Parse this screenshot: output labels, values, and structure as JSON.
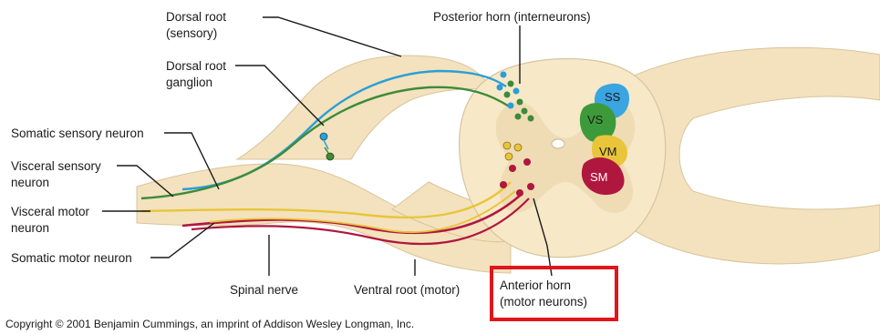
{
  "labels": {
    "dorsal_root": [
      "Dorsal root",
      "(sensory)"
    ],
    "dorsal_root_ganglion": [
      "Dorsal root",
      "ganglion"
    ],
    "somatic_sensory_neuron": "Somatic sensory neuron",
    "visceral_sensory_neuron": [
      "Visceral sensory",
      "neuron"
    ],
    "visceral_motor_neuron": [
      "Visceral motor",
      "neuron"
    ],
    "somatic_motor_neuron": "Somatic motor neuron",
    "posterior_horn": "Posterior horn (interneurons)",
    "spinal_nerve": "Spinal nerve",
    "ventral_root": "Ventral root (motor)",
    "anterior_horn": [
      "Anterior horn",
      "(motor neurons)"
    ]
  },
  "regions": {
    "ss": "SS",
    "vs": "VS",
    "vm": "VM",
    "sm": "SM"
  },
  "copyright": "Copyright © 2001 Benjamin Cummings, an imprint of Addison Wesley Longman, Inc.",
  "colors": {
    "somatic_sensory": "#2a9fd6",
    "visceral_sensory": "#3e8a3a",
    "visceral_motor": "#e8c53a",
    "somatic_motor": "#b0173f",
    "highlight_box": "#e0161c"
  }
}
